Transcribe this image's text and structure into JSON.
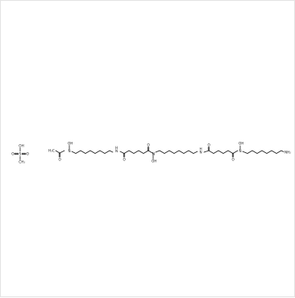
{
  "molecule": {
    "salt": {
      "oh": "OH",
      "s": "S",
      "o_left": "O",
      "o_right": "O",
      "ch3": "CH₃"
    },
    "chain": {
      "acetyl_methyl": "H₃C",
      "acetyl_o": "O",
      "n1": "N",
      "n1_oh": "OH",
      "nh1": "N",
      "nh1_h": "H",
      "co1_o": "O",
      "co2_o": "O",
      "n2": "N",
      "n2_oh": "OH",
      "nh2": "N",
      "nh2_h": "H",
      "co3_o": "O",
      "co4_o": "O",
      "n3": "N",
      "n3_oh": "OH",
      "nh2_terminal": "NH₂"
    }
  }
}
